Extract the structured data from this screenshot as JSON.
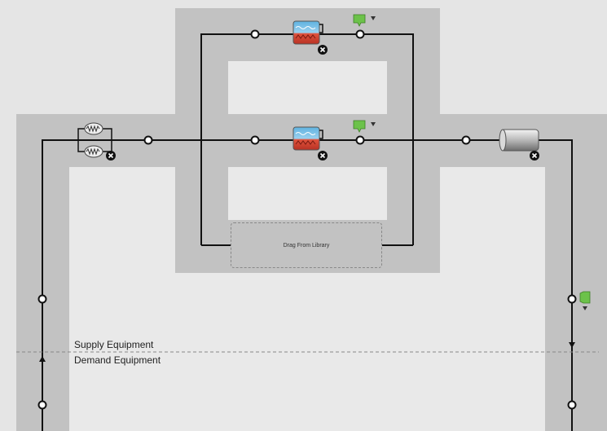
{
  "labels": {
    "supply": "Supply Equipment",
    "demand": "Demand Equipment",
    "drop_zone": "Drag From Library"
  },
  "components": {
    "heat_exchanger_pair": "heat-exchanger-icon",
    "boiler_top": "boiler-icon",
    "boiler_middle": "boiler-icon",
    "pipe": "pipe-icon",
    "setpoint_manager": "setpoint-manager-icon",
    "remove": "remove-icon",
    "node": "node-icon",
    "flow_arrow": "flow-arrow-icon"
  },
  "colors": {
    "background": "#e5e5e5",
    "loop_band": "#c2c2c2",
    "inner_area": "#e9e9e9",
    "line": "#111111",
    "setpoint_green": "#6cc24a"
  }
}
